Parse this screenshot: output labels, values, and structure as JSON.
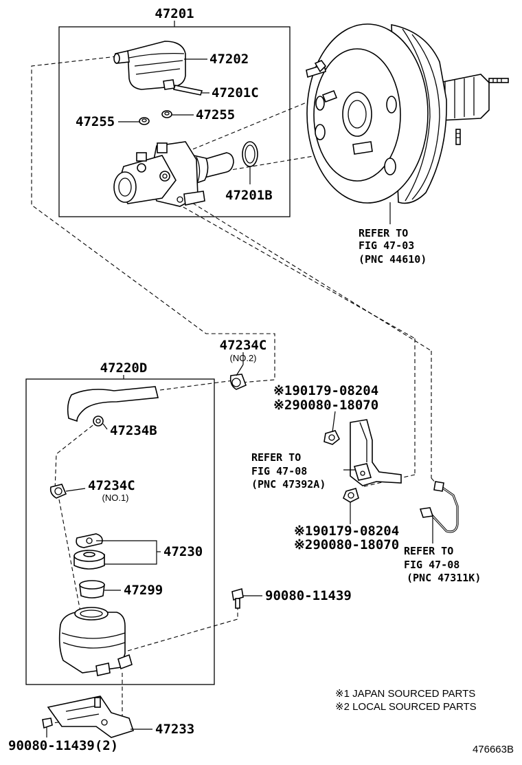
{
  "diagram": {
    "figure_code": "476663B",
    "callouts": {
      "p47201": "47201",
      "p47202": "47202",
      "p47201C": "47201C",
      "p47255_left": "47255",
      "p47255_right": "47255",
      "p47201B": "47201B",
      "p47234C_top": "47234C",
      "p47234C_top_sub": "(NO.2)",
      "p47220D": "47220D",
      "p47234B": "47234B",
      "p47234C_mid": "47234C",
      "p47234C_mid_sub": "(NO.1)",
      "p47230": "47230",
      "p47299": "47299",
      "p90080_11439": "90080-11439",
      "p47233": "47233",
      "p90080_11439_2": "90080-11439(2)",
      "nut_a1": "※190179-08204",
      "nut_a2": "※290080-18070",
      "nut_b1": "※190179-08204",
      "nut_b2": "※290080-18070"
    },
    "references": {
      "booster": [
        "REFER TO",
        "FIG 47-03",
        "(PNC 44610)"
      ],
      "bracket": [
        "REFER TO",
        "FIG 47-08",
        "(PNC 47392A)"
      ],
      "tube": [
        "REFER TO",
        "FIG 47-08",
        "(PNC 47311K)"
      ]
    },
    "notes": [
      "※1 JAPAN SOURCED PARTS",
      "※2 LOCAL SOURCED PARTS"
    ]
  }
}
